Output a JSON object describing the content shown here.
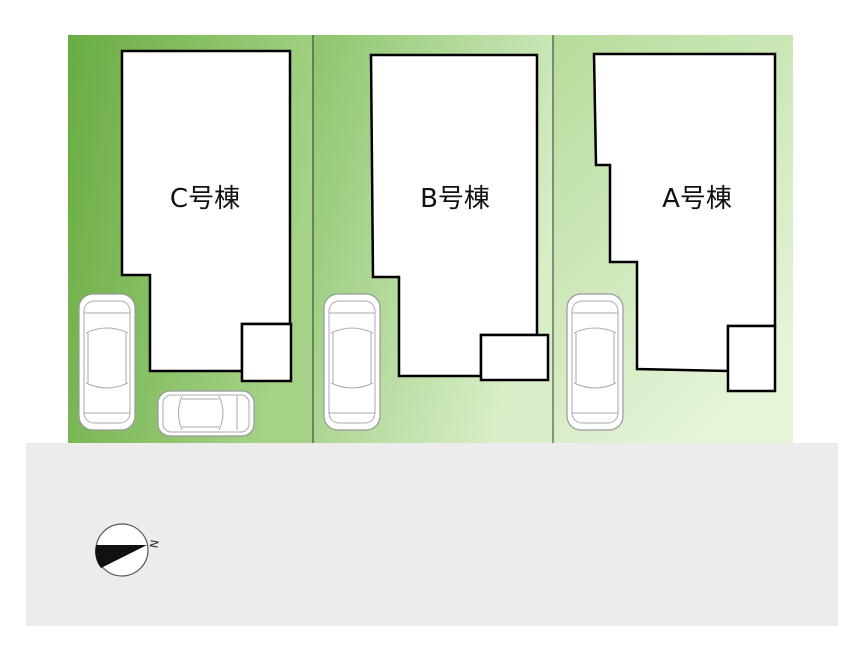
{
  "lots": [
    {
      "id": "C",
      "label": "C号棟"
    },
    {
      "id": "B",
      "label": "B号棟"
    },
    {
      "id": "A",
      "label": "A号棟"
    }
  ],
  "compass": {
    "label": "N"
  },
  "colors": {
    "road": "#ececec",
    "lot_dark": "#6aad44",
    "lot_light": "#e4f3d8",
    "outline": "#000000"
  }
}
